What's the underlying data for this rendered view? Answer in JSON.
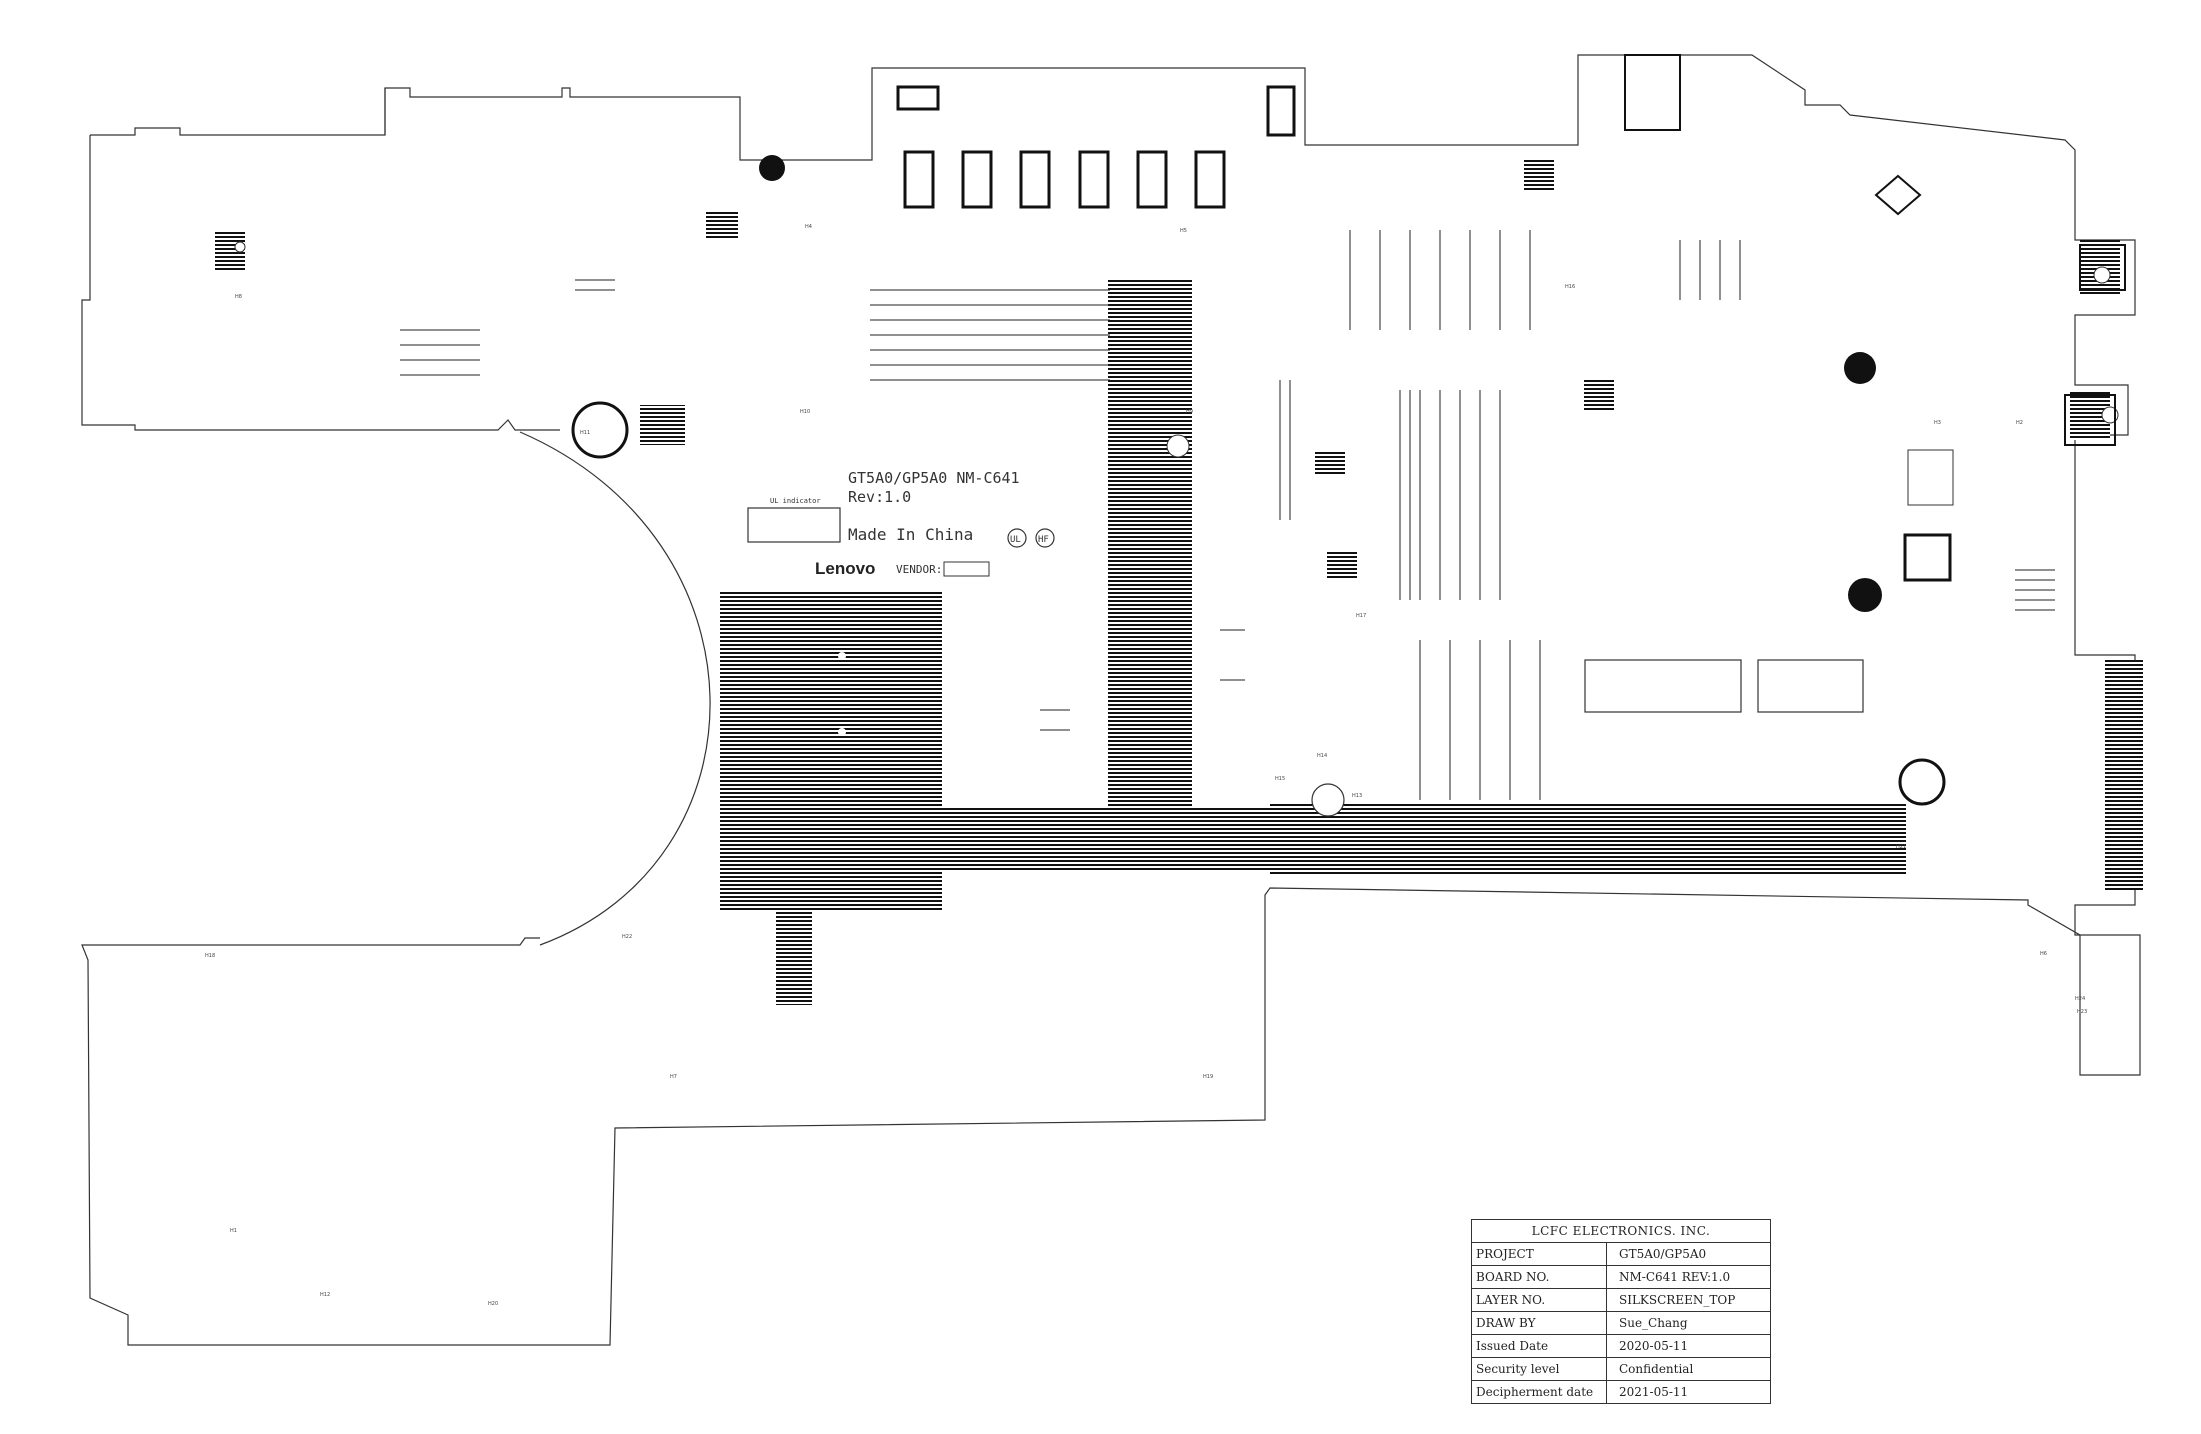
{
  "board": {
    "project_line": "GT5A0/GP5A0 NM-C641",
    "rev_line": "Rev:1.0",
    "made_in": "Made In China",
    "brand": "Lenovo",
    "vendor_label": "VENDOR:",
    "ul_label": "UL indicator",
    "ul_mark": "UL",
    "halogen_mark": "HF"
  },
  "labels": [
    "H8",
    "H11",
    "H10",
    "H4",
    "H9",
    "H16",
    "H17",
    "H14",
    "H13",
    "H5",
    "H3",
    "H2",
    "H21",
    "H15",
    "H6",
    "H18",
    "H22",
    "H7",
    "H19",
    "H1",
    "H12",
    "H20",
    "H24",
    "H23"
  ],
  "title_block": {
    "company": "LCFC ELECTRONICS. INC.",
    "rows": [
      {
        "key": "PROJECT",
        "value": "GT5A0/GP5A0"
      },
      {
        "key": "BOARD NO.",
        "value": "NM-C641   REV:1.0"
      },
      {
        "key": "LAYER NO.",
        "value": "SILKSCREEN_TOP"
      },
      {
        "key": "DRAW BY",
        "value": "Sue_Chang"
      },
      {
        "key": "Issued  Date",
        "value": "2020-05-11"
      },
      {
        "key": "Security level",
        "value": "Confidential"
      },
      {
        "key": "Decipherment date",
        "value": "2021-05-11"
      }
    ]
  },
  "colors": {
    "outline": "#333333",
    "hatch": "#111111",
    "background": "#ffffff"
  }
}
